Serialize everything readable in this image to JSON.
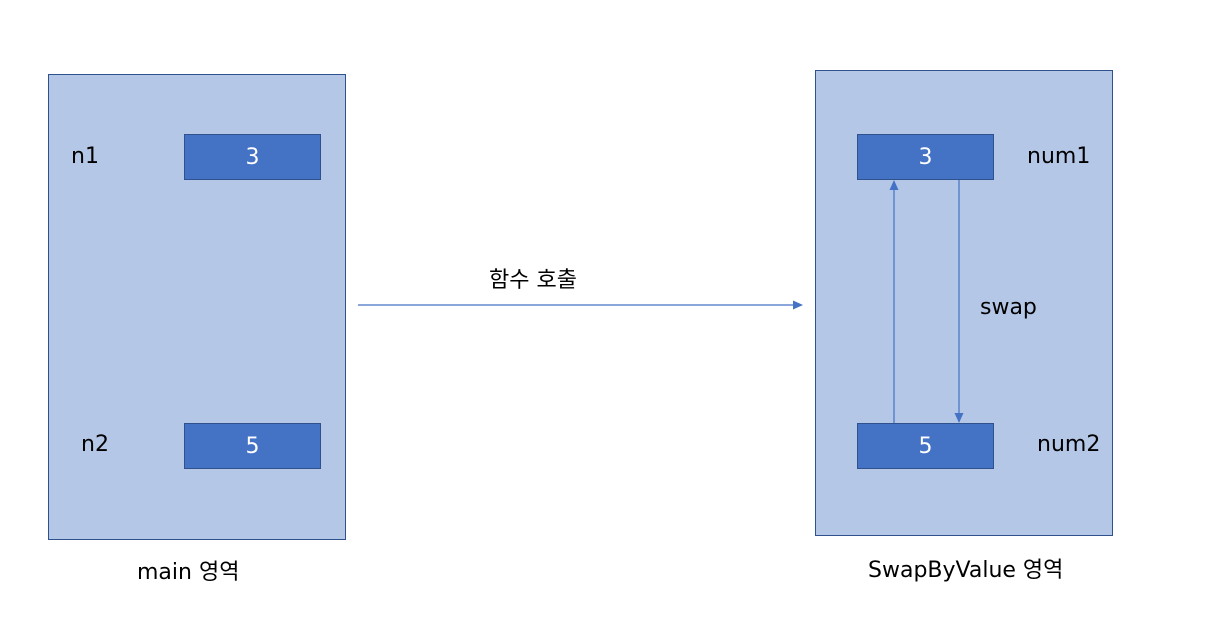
{
  "colors": {
    "region_fill": "#b4c7e7",
    "cell_fill": "#4472c4",
    "border": "#2f528f",
    "arrow": "#4472c4"
  },
  "main_region": {
    "caption": "main 영역",
    "var1": {
      "name": "n1",
      "value": "3"
    },
    "var2": {
      "name": "n2",
      "value": "5"
    }
  },
  "call_label": "함수 호출",
  "swap_region": {
    "caption": "SwapByValue 영역",
    "var1": {
      "name": "num1",
      "value": "3"
    },
    "var2": {
      "name": "num2",
      "value": "5"
    },
    "swap_label": "swap"
  }
}
